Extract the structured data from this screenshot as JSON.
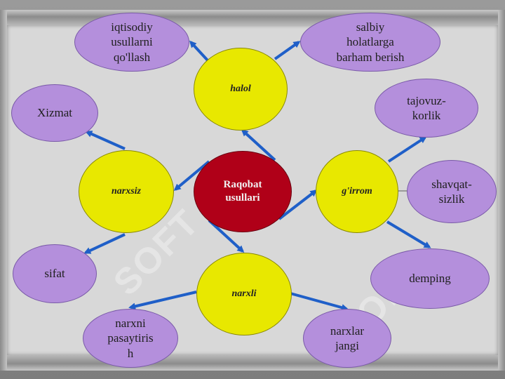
{
  "center": {
    "label": "Raqobat\nusullari"
  },
  "hubs": {
    "halol": "halol",
    "narxsiz": "narxsiz",
    "girrom": "g'irrom",
    "narxli": "narxli"
  },
  "leaves": {
    "iqtisodiy": "iqtisodiy\nusullarni\nqo'llash",
    "salbiy": "salbiy\nholatlarga\nbarham berish",
    "xizmat": "Xizmat",
    "sifat": "sifat",
    "tajovuz": "tajovuz-\nkorlik",
    "shavqat": "shavqat-\nsizlik",
    "demping": "demping",
    "narxni": "narxni\npasaytiris\nh",
    "narxlar": "narxlar\njangi"
  },
  "watermark": {
    "text": "SOFT"
  },
  "colors": {
    "center_fill": "#b00018",
    "hub_fill": "#e8e800",
    "leaf_fill": "#b48fdc",
    "arrow": "#1f5fc8",
    "panel": "#d8d8d8"
  }
}
